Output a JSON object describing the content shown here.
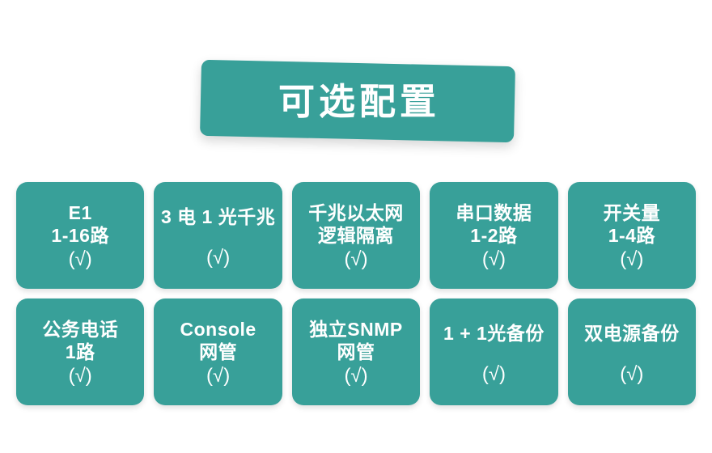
{
  "theme": {
    "accent_color": "#38a099",
    "text_color": "#ffffff",
    "background_color": "#ffffff"
  },
  "header": {
    "title": "可选配置"
  },
  "cards": {
    "check_mark": "(√)",
    "rows": [
      [
        {
          "lines": [
            "E1",
            "1-16路"
          ],
          "check": "(√)"
        },
        {
          "lines": [
            "3 电 1 光千兆"
          ],
          "check": "(√)"
        },
        {
          "lines": [
            "千兆以太网",
            "逻辑隔离"
          ],
          "check": "(√)"
        },
        {
          "lines": [
            "串口数据",
            "1-2路"
          ],
          "check": "(√)"
        },
        {
          "lines": [
            "开关量",
            "1-4路"
          ],
          "check": "(√)"
        }
      ],
      [
        {
          "lines": [
            "公务电话",
            "1路"
          ],
          "check": "(√)"
        },
        {
          "lines": [
            "Console",
            "网管"
          ],
          "check": "(√)"
        },
        {
          "lines": [
            "独立SNMP",
            "网管"
          ],
          "check": "(√)"
        },
        {
          "lines": [
            "1 + 1光备份"
          ],
          "check": "(√)"
        },
        {
          "lines": [
            "双电源备份"
          ],
          "check": "(√)"
        }
      ]
    ]
  }
}
